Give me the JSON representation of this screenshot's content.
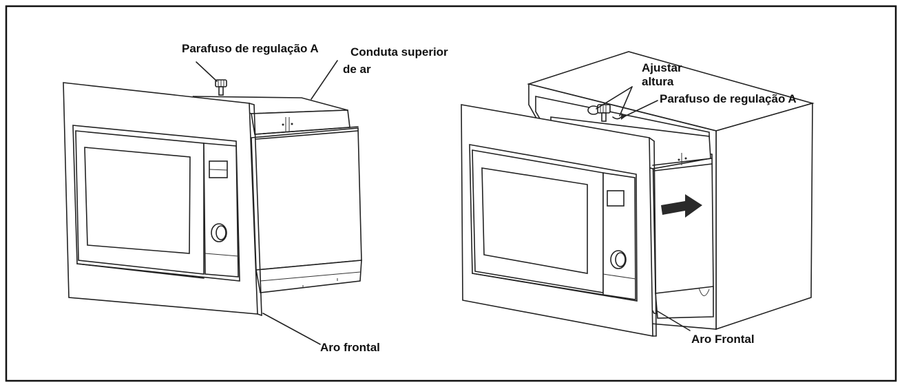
{
  "labels": {
    "left_screw": "Parafuso de regulação A",
    "left_duct_line1": "Conduta superior",
    "left_duct_line2": "de ar",
    "left_frame": "Aro frontal",
    "right_adjust_line1": "Ajustar",
    "right_adjust_line2": "altura",
    "right_screw": "Parafuso de regulação A",
    "right_frame": "Aro Frontal"
  },
  "icons": {
    "push_arrow": "arrow-right-icon",
    "screw": "screw-icon",
    "knob": "knob-icon"
  },
  "colors": {
    "line": "#222222",
    "background": "#ffffff"
  }
}
